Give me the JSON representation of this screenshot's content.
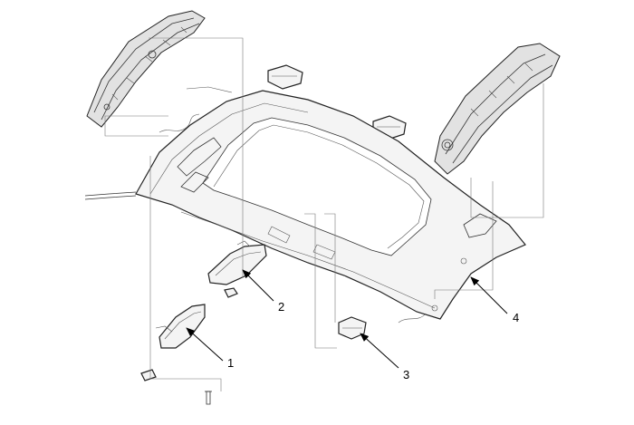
{
  "callouts": [
    {
      "id": "1",
      "label": "1"
    },
    {
      "id": "2",
      "label": "2"
    },
    {
      "id": "3",
      "label": "3"
    },
    {
      "id": "4",
      "label": "4"
    }
  ],
  "colors": {
    "line": "#222222",
    "fill": "#f4f4f4",
    "guide": "#777777"
  },
  "icons": [
    "sun-visor-left-icon",
    "sun-visor-right-icon",
    "roof-trim-icon",
    "headliner-icon",
    "roof-rail-icon"
  ]
}
